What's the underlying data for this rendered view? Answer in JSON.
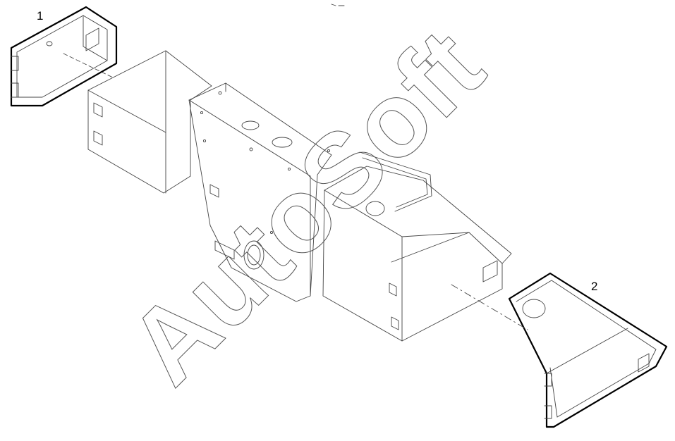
{
  "callouts": [
    {
      "id": "1",
      "label": "1"
    },
    {
      "id": "2",
      "label": "2"
    }
  ],
  "watermark": {
    "text": "AutoSoft"
  },
  "parts": [
    "frame-assembly",
    "cover-part-1",
    "cover-part-2"
  ]
}
